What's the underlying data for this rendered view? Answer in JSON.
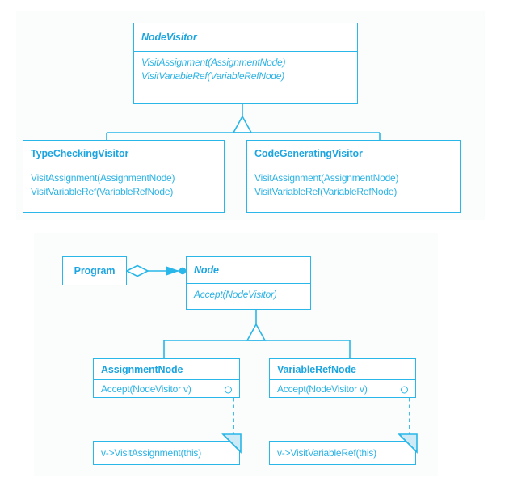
{
  "diagram": {
    "title": "Visitor pattern UML class diagram",
    "line_color": "#29b6e8",
    "text_color": "#2bb3e5",
    "panel_color": "#fbfcfc",
    "background": "#ffffff"
  },
  "visitor_hierarchy": {
    "base": {
      "name": "NodeVisitor",
      "abstract": true,
      "operations": [
        "VisitAssignment(AssignmentNode)",
        "VisitVariableRef(VariableRefNode)"
      ]
    },
    "subclasses": [
      {
        "name": "TypeCheckingVisitor",
        "abstract": false,
        "operations": [
          "VisitAssignment(AssignmentNode)",
          "VisitVariableRef(VariableRefNode)"
        ]
      },
      {
        "name": "CodeGeneratingVisitor",
        "abstract": false,
        "operations": [
          "VisitAssignment(AssignmentNode)",
          "VisitVariableRef(VariableRefNode)"
        ]
      }
    ],
    "relation": "generalization"
  },
  "node_hierarchy": {
    "client": {
      "name": "Program",
      "abstract": false,
      "operations": []
    },
    "association": {
      "type": "aggregation",
      "source_adornment": "hollow-diamond",
      "target_adornment": "filled-arrow-dot"
    },
    "base": {
      "name": "Node",
      "abstract": true,
      "operations": [
        "Accept(NodeVisitor)"
      ]
    },
    "subclasses": [
      {
        "name": "AssignmentNode",
        "abstract": false,
        "operations": [
          "Accept(NodeVisitor v)"
        ],
        "note": "v->VisitAssignment(this)"
      },
      {
        "name": "VariableRefNode",
        "abstract": false,
        "operations": [
          "Accept(NodeVisitor v)"
        ],
        "note": "v->VisitVariableRef(this)"
      }
    ],
    "relation": "generalization"
  }
}
